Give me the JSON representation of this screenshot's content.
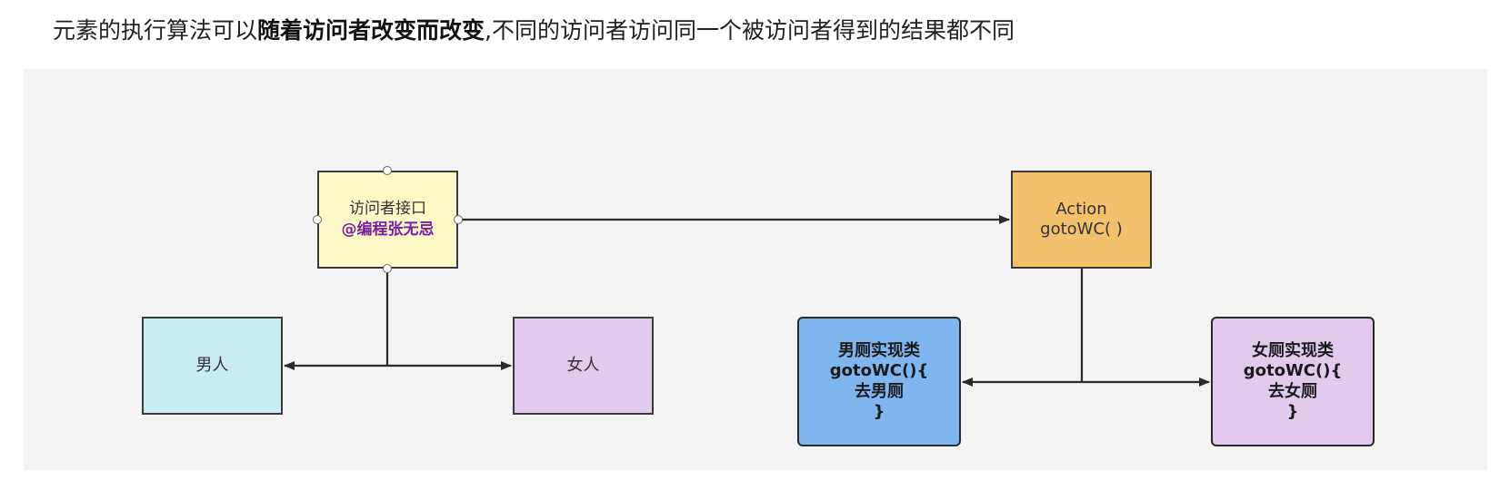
{
  "caption": {
    "part1": "元素的执行算法可以",
    "bold": "随着访问者改变而改变",
    "part2": ",不同的访问者访问同一个被访问者得到的结果都不同"
  },
  "nodes": {
    "visitor_interface": {
      "line1": "访问者接口",
      "watermark": "@编程张无忌",
      "color": "#fdf8c8"
    },
    "man": {
      "label": "男人",
      "color": "#c7ecf1"
    },
    "woman": {
      "label": "女人",
      "color": "#e2c9ee"
    },
    "action": {
      "line1": "Action",
      "line2": "gotoWC( )",
      "color": "#f3c06c"
    },
    "male_wc_impl": {
      "line1": "男厕实现类",
      "line2": "gotoWC(){",
      "line3": "去男厕",
      "line4": "}",
      "color": "#7fb6f0"
    },
    "female_wc_impl": {
      "line1": "女厕实现类",
      "line2": "gotoWC(){",
      "line3": "去女厕",
      "line4": "}",
      "color": "#e2c9ee"
    }
  },
  "edges": [
    {
      "from": "visitor_interface",
      "to": "action"
    },
    {
      "from": "visitor_interface",
      "to": "man"
    },
    {
      "from": "visitor_interface",
      "to": "woman"
    },
    {
      "from": "action",
      "to": "male_wc_impl"
    },
    {
      "from": "action",
      "to": "female_wc_impl"
    }
  ]
}
